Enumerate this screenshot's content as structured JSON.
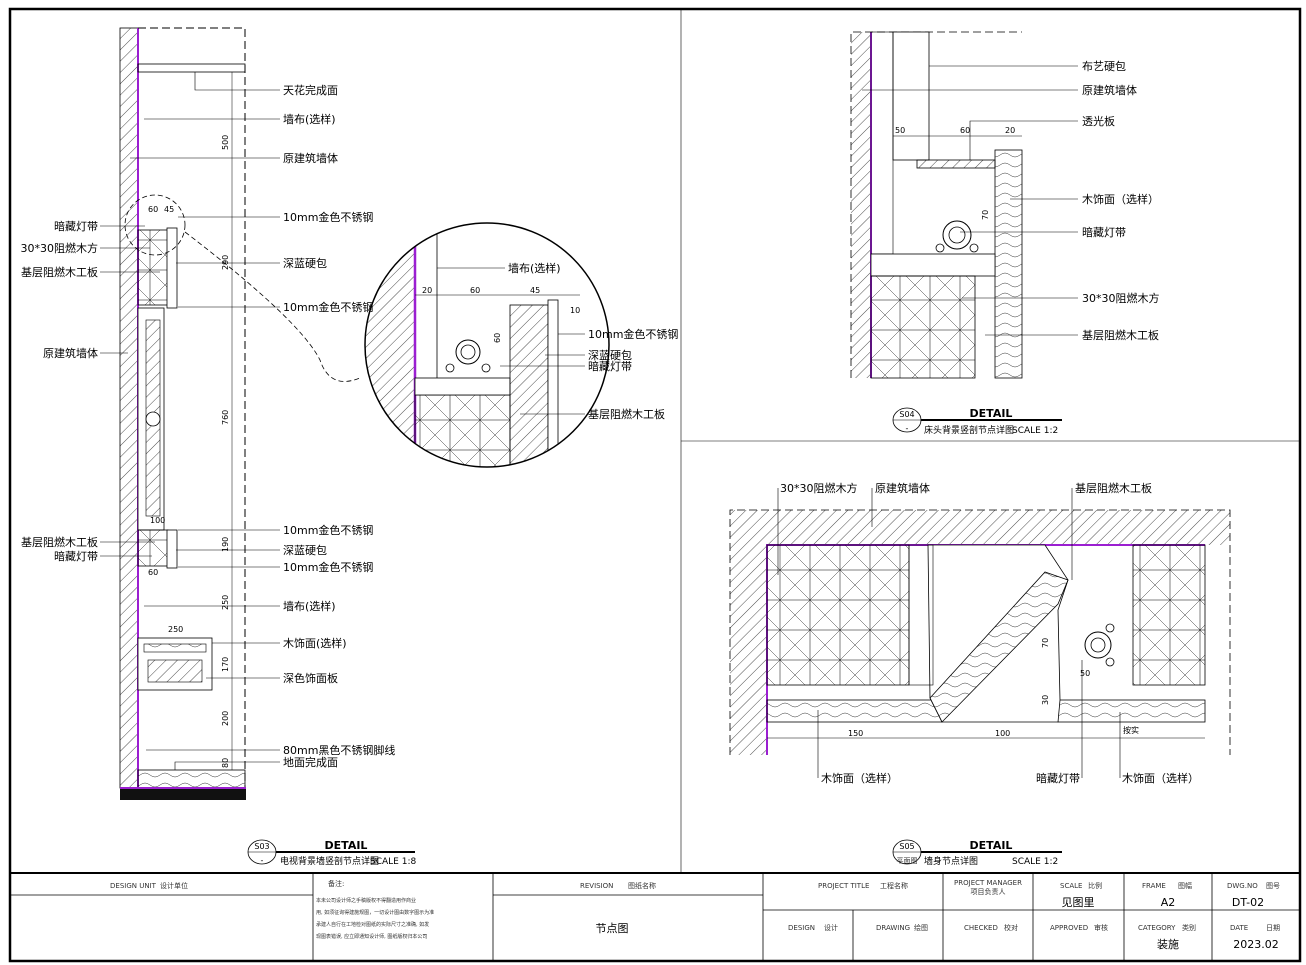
{
  "colors": {
    "accent": "#9b1fd1",
    "line": "#000000"
  },
  "s03": {
    "num": "S03",
    "dash": "-",
    "detail": "DETAIL",
    "title": "电视背景墙竖剖节点详图",
    "scale": "SCALE 1:8",
    "labels_right": [
      "天花完成面",
      "墙布(选样)",
      "原建筑墙体",
      "10mm金色不锈钢",
      "深蓝硬包",
      "10mm金色不锈钢",
      "10mm金色不锈钢",
      "深蓝硬包",
      "10mm金色不锈钢",
      "墙布(选样)",
      "木饰面(选样)",
      "深色饰面板",
      "80mm黑色不锈钢脚线",
      "地面完成面"
    ],
    "labels_left": [
      "暗藏灯带",
      "30*30阻燃木方",
      "基层阻燃木工板",
      "原建筑墙体",
      "基层阻燃木工板",
      "暗藏灯带"
    ],
    "dims": [
      "500",
      "290",
      "760",
      "190",
      "250",
      "170",
      "200",
      "80"
    ],
    "dims_small": [
      "60",
      "45",
      "100",
      "60",
      "250"
    ]
  },
  "zoom": {
    "labels": [
      "墙布(选样)",
      "10mm金色不锈钢",
      "深蓝硬包",
      "暗藏灯带",
      "基层阻燃木工板"
    ],
    "dims": [
      "20",
      "60",
      "45",
      "10",
      "60"
    ]
  },
  "s04": {
    "num": "S04",
    "dash": "-",
    "detail": "DETAIL",
    "title": "床头背景竖剖节点详图",
    "scale": "SCALE 1:2",
    "labels": [
      "布艺硬包",
      "原建筑墙体",
      "透光板",
      "木饰面（选样）",
      "暗藏灯带",
      "30*30阻燃木方",
      "基层阻燃木工板"
    ],
    "dims": [
      "50",
      "60",
      "20",
      "70"
    ]
  },
  "s05": {
    "num": "S05",
    "sub": "平面图",
    "detail": "DETAIL",
    "title": "墙身节点详图",
    "scale": "SCALE 1:2",
    "labels_top": [
      "30*30阻燃木方",
      "原建筑墙体",
      "基层阻燃木工板"
    ],
    "labels_bottom": [
      "木饰面（选样）",
      "暗藏灯带",
      "木饰面（选样）"
    ],
    "dims": [
      "150",
      "100",
      "按实",
      "50",
      "70",
      "30"
    ]
  },
  "titleblock": {
    "design_unit": "DESIGN UNIT",
    "design_unit_cn": "设计单位",
    "notes_title": "备注:",
    "notes": [
      "本未公司设计师之手稿版权不得翻造用作商业",
      "用, 如须征询得建施规图，一切设计图由数字图示为准",
      "承建人自行在工地检对图纸的实际尺寸之准确, 如发",
      "现图表错误, 应立即通知设计师, 图纸版权归本公司"
    ],
    "revision": "REVISION",
    "revision_cn": "图纸名称",
    "drawing_name": "节点图",
    "project_title": "PROJECT TITLE",
    "project_title_cn": "工程名称",
    "project_manager": "PROJECT MANAGER",
    "project_manager_cn": "项目负责人",
    "scale": "SCALE",
    "scale_cn": "比例",
    "scale_value": "见图里",
    "frame": "FRAME",
    "frame_cn": "图幅",
    "frame_value": "A2",
    "dwg_no": "DWG.NO",
    "dwg_no_cn": "图号",
    "dwg_no_value": "DT-02",
    "design": "DESIGN",
    "design_cn": "设计",
    "drawing": "DRAWING",
    "drawing_cn": "绘图",
    "checked": "CHECKED",
    "checked_cn": "校对",
    "approved": "APPROVED",
    "approved_cn": "审核",
    "category": "CATEGORY",
    "category_cn": "类别",
    "category_value": "装施",
    "date": "DATE",
    "date_cn": "日期",
    "date_value": "2023.02"
  }
}
